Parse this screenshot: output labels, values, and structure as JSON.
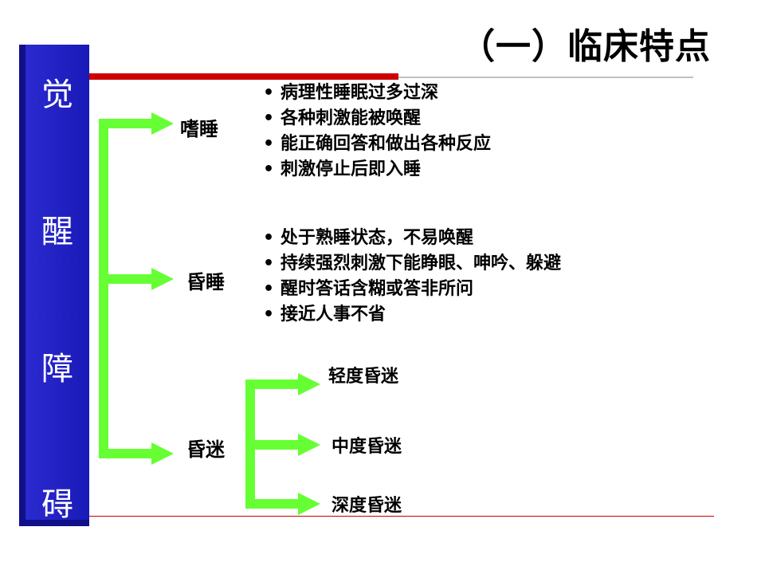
{
  "title": "（一）临床特点",
  "sidebar": {
    "chars": [
      "觉",
      "醒",
      "障",
      "碍"
    ]
  },
  "colors": {
    "arrow": "#66ff33",
    "sidebar": "#2222cc",
    "accent_red": "#cc0000"
  },
  "branches": {
    "somnolence": {
      "label": "嗜睡",
      "bullets": [
        "病理性睡眠过多过深",
        "各种刺激能被唤醒",
        "能正确回答和做出各种反应",
        "刺激停止后即入睡"
      ]
    },
    "stupor": {
      "label": "昏睡",
      "bullets": [
        "处于熟睡状态，不易唤醒",
        "持续强烈刺激下能睁眼、呻吟、躲避",
        "醒时答话含糊或答非所问",
        "接近人事不省"
      ]
    },
    "coma": {
      "label": "昏迷",
      "subtypes": [
        "轻度昏迷",
        "中度昏迷",
        "深度昏迷"
      ]
    }
  },
  "bullet_glyph": "•"
}
